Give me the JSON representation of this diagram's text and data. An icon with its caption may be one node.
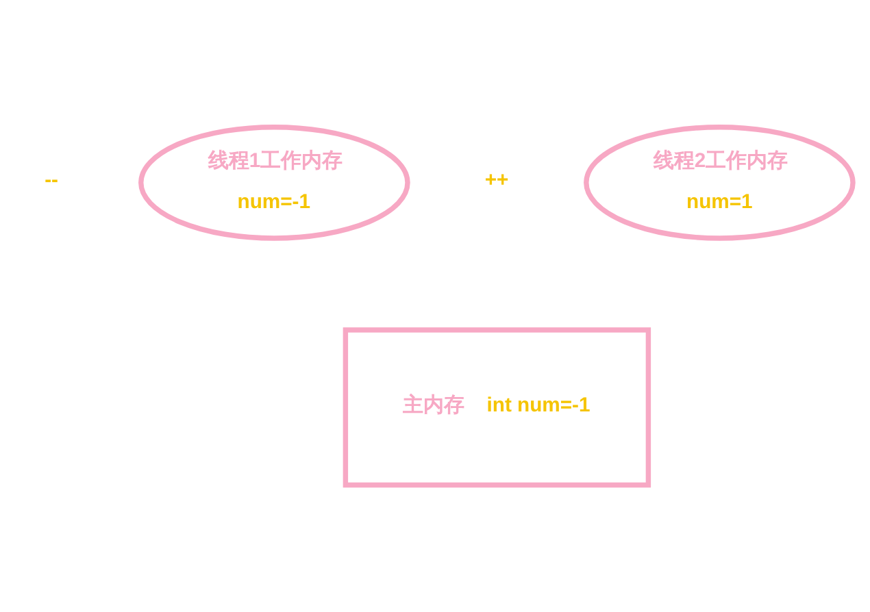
{
  "diagram": {
    "nodes": [
      {
        "text": [
          "线程1工作内存",
          "num=-1"
        ]
      },
      {
        "text": [
          "线程2工作内存",
          "num=1"
        ]
      },
      {
        "text": [
          "主内存",
          "int num=-1"
        ]
      }
    ],
    "labels": [
      "--",
      "++"
    ]
  }
}
